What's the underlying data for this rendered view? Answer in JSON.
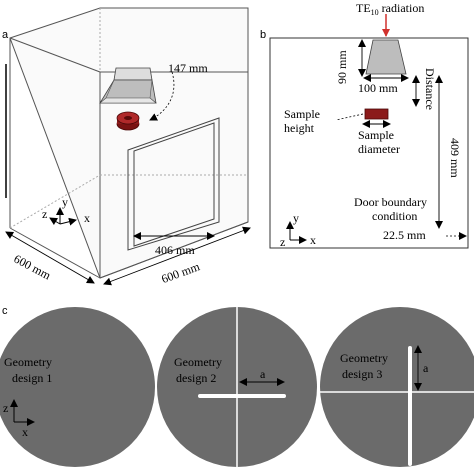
{
  "panel_a": {
    "label": "a",
    "horn_dim": "147 mm",
    "depth_dim": "600 mm",
    "width_dim": "600 mm",
    "door_dim": "406 mm",
    "axes": {
      "y": "y",
      "z": "z",
      "x": "x"
    }
  },
  "panel_b": {
    "label": "b",
    "radiation": "TE",
    "radiation_sub": "10",
    "radiation_tail": " radiation",
    "horn_height": "90 mm",
    "horn_width": "100 mm",
    "distance": "Distance",
    "sample_height_1": "Sample",
    "sample_height_2": "height",
    "sample_diameter_1": "Sample",
    "sample_diameter_2": "diameter",
    "total_height": "409 mm",
    "door_1": "Door boundary",
    "door_2": "condition",
    "door_gap": "22.5 mm",
    "axes": {
      "y": "y",
      "z": "z",
      "x": "x"
    }
  },
  "panel_c": {
    "label": "c",
    "designs": [
      {
        "line1": "Geometry",
        "line2": "design 1"
      },
      {
        "line1": "Geometry",
        "line2": "design 2",
        "dim": "a"
      },
      {
        "line1": "Geometry",
        "line2": "design 3",
        "dim": "a"
      }
    ],
    "axes": {
      "z": "z",
      "x": "x"
    }
  },
  "colors": {
    "disk": "#6b6b6b",
    "sample": "#8b1a1a",
    "horn": "#bdbdbd",
    "arrow_red": "#d0312d"
  }
}
